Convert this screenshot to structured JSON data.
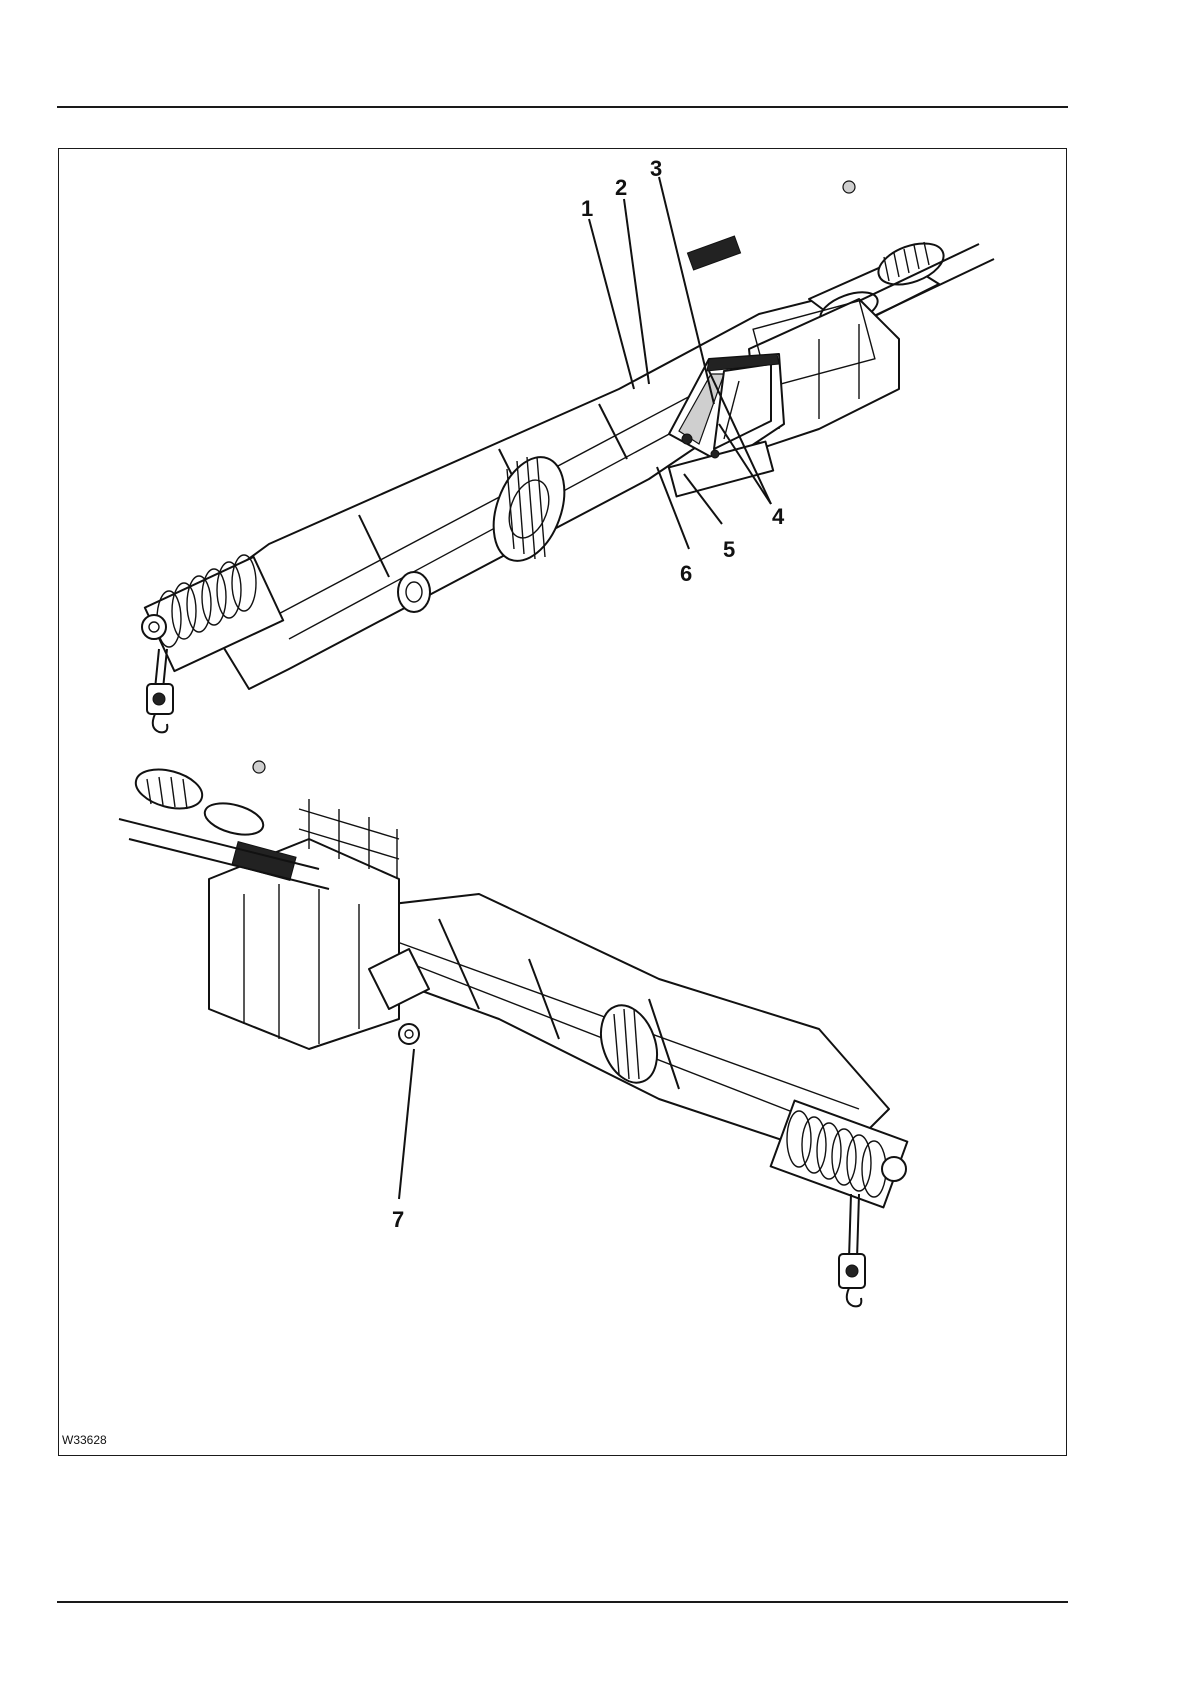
{
  "figure": {
    "id_label": "W33628",
    "callouts": [
      {
        "label": "1"
      },
      {
        "label": "2"
      },
      {
        "label": "3"
      },
      {
        "label": "4"
      },
      {
        "label": "5"
      },
      {
        "label": "6"
      },
      {
        "label": "7"
      }
    ]
  }
}
